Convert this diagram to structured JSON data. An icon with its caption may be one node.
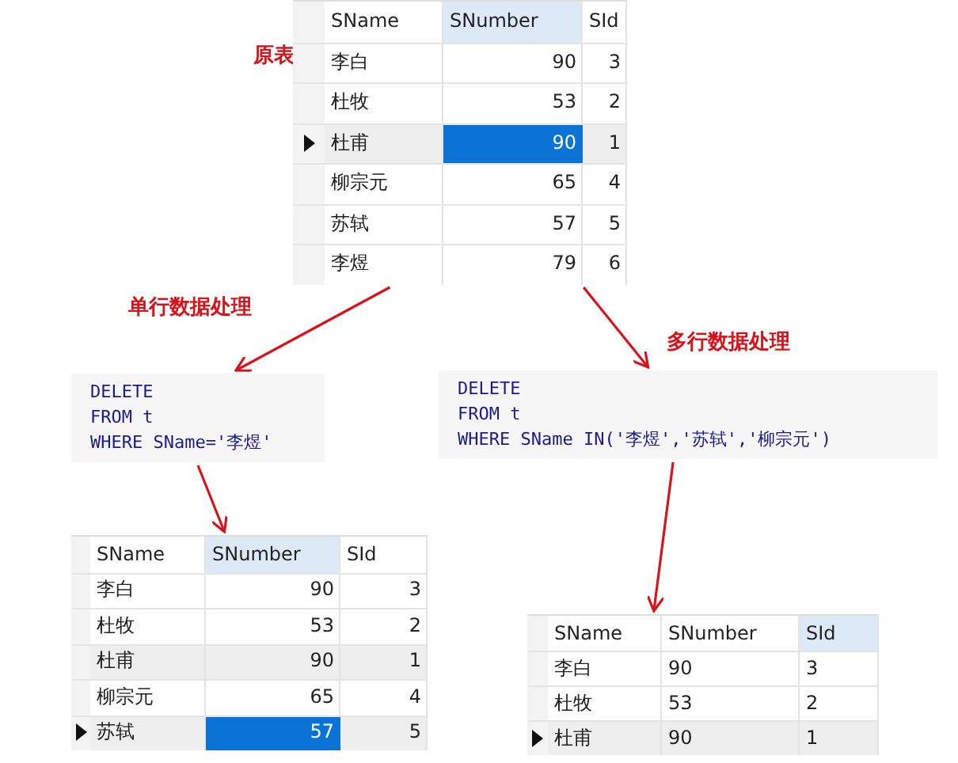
{
  "diagram": {
    "nodes": [
      {
        "text": [
          "SName",
          "SNumber",
          "SId",
          "李白",
          "90",
          "3",
          "杜牧",
          "53",
          "2",
          "杜甫",
          "90",
          "1",
          "柳宗元",
          "65",
          "4",
          "苏轼",
          "57",
          "5",
          "李煜",
          "79",
          "6"
        ],
        "beside": [
          "原表"
        ]
      },
      {
        "text": [
          "DELETE",
          "FROM t",
          "WHERE SName='李煜'"
        ]
      },
      {
        "text": [
          "DELETE",
          "FROM t",
          "WHERE SName IN('李煜','苏轼','柳宗元')"
        ]
      },
      {
        "text": [
          "SName",
          "SNumber",
          "SId",
          "李白",
          "90",
          "3",
          "杜牧",
          "53",
          "2",
          "杜甫",
          "90",
          "1",
          "柳宗元",
          "65",
          "4",
          "苏轼",
          "57",
          "5"
        ]
      },
      {
        "text": [
          "SName",
          "SNumber",
          "SId",
          "李白",
          "90",
          "3",
          "杜牧",
          "53",
          "2",
          "杜甫",
          "90",
          "1"
        ]
      }
    ],
    "edges": [
      {
        "from": 0,
        "to": 1,
        "arrow": "to",
        "label": "单行数据处理"
      },
      {
        "from": 0,
        "to": 2,
        "arrow": "to",
        "label": "多行数据处理"
      },
      {
        "from": 1,
        "to": 3,
        "arrow": "to"
      },
      {
        "from": 2,
        "to": 4,
        "arrow": "to"
      }
    ]
  }
}
